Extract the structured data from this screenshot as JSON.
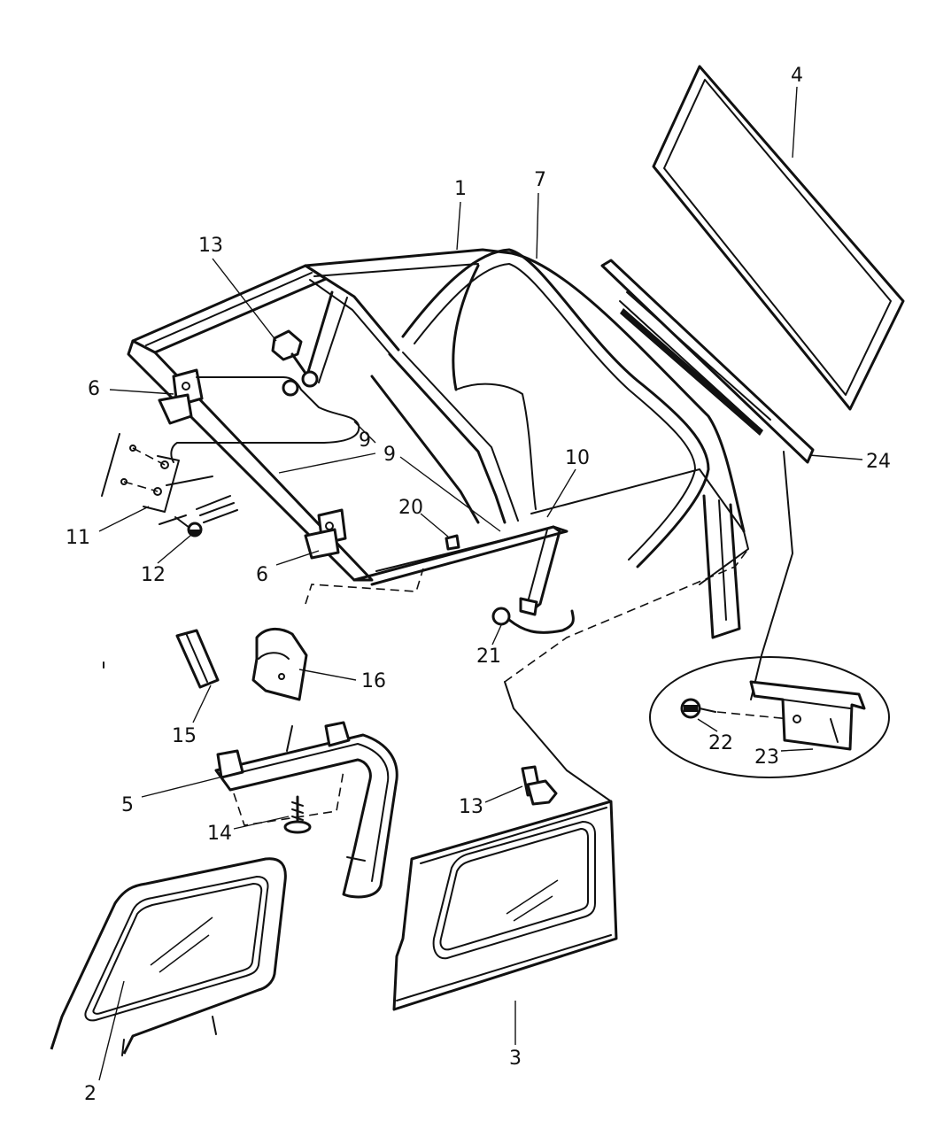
{
  "callouts": [
    {
      "id": "c1",
      "label": "1"
    },
    {
      "id": "c2",
      "label": "2"
    },
    {
      "id": "c3",
      "label": "3"
    },
    {
      "id": "c4",
      "label": "4"
    },
    {
      "id": "c5",
      "label": "5"
    },
    {
      "id": "c6a",
      "label": "6"
    },
    {
      "id": "c6b",
      "label": "6"
    },
    {
      "id": "c7",
      "label": "7"
    },
    {
      "id": "c9a",
      "label": "9"
    },
    {
      "id": "c9b",
      "label": "9"
    },
    {
      "id": "c10",
      "label": "10"
    },
    {
      "id": "c11",
      "label": "11"
    },
    {
      "id": "c12",
      "label": "12"
    },
    {
      "id": "c13a",
      "label": "13"
    },
    {
      "id": "c13b",
      "label": "13"
    },
    {
      "id": "c14",
      "label": "14"
    },
    {
      "id": "c15",
      "label": "15"
    },
    {
      "id": "c16",
      "label": "16"
    },
    {
      "id": "c20",
      "label": "20"
    },
    {
      "id": "c21",
      "label": "21"
    },
    {
      "id": "c22",
      "label": "22"
    },
    {
      "id": "c23",
      "label": "23"
    },
    {
      "id": "c24",
      "label": "24"
    }
  ]
}
